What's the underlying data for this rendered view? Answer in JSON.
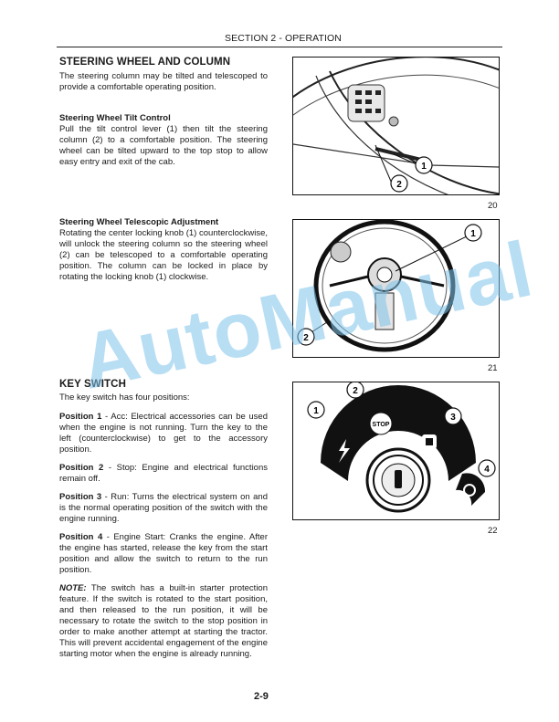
{
  "header": {
    "section": "SECTION 2 - OPERATION"
  },
  "steering": {
    "title": "STEERING WHEEL AND COLUMN",
    "intro": "The steering column may be tilted and telescoped to provide a comfortable operating position.",
    "tilt_title": "Steering Wheel Tilt Control",
    "tilt_text": "Pull the tilt control lever (1) then tilt the steering column (2) to a comfortable position. The steering wheel can be tilted upward to the top stop to allow easy entry and exit of the cab.",
    "telescopic_title": "Steering Wheel Telescopic Adjustment",
    "telescopic_text": "Rotating the center locking knob (1) counterclockwise, will unlock the steering column so the steering wheel (2) can be telescoped to a comfortable operating position. The column can be locked in place by rotating the locking knob (1) clockwise."
  },
  "key_switch": {
    "title": "KEY SWITCH",
    "intro": "The key switch has four positions:",
    "pos1_label": "Position 1",
    "pos1_text": " - Acc: Electrical accessories can be used when the engine is not running. Turn the key to the left (counterclockwise) to get to the accessory position.",
    "pos2_label": "Position 2",
    "pos2_text": " - Stop: Engine and electrical functions remain off.",
    "pos3_label": "Position 3",
    "pos3_text": " - Run: Turns the electrical system on and is the normal operating position of the switch with the engine running.",
    "pos4_label": "Position 4",
    "pos4_text": " - Engine Start: Cranks the engine. After the engine has started, release the key from the start position and allow the switch to return to the run position.",
    "note_label": "NOTE:",
    "note_text": " The switch has a built-in starter protection feature. If the switch is rotated to the start position, and then released to the run position, it will be necessary to rotate the switch to the stop position in order to make another attempt at starting the tractor. This will prevent accidental engagement of the engine starting motor when the engine is already running."
  },
  "figures": {
    "fig20": {
      "number": "20",
      "callout1": "1",
      "callout2": "2"
    },
    "fig21": {
      "number": "21",
      "callout1": "1",
      "callout2": "2"
    },
    "fig22": {
      "number": "22",
      "callout1": "1",
      "callout2": "2",
      "callout3": "3",
      "callout4": "4",
      "stop_label": "STOP"
    }
  },
  "watermark": "AutoManual",
  "footer": {
    "page_number": "2-9"
  }
}
